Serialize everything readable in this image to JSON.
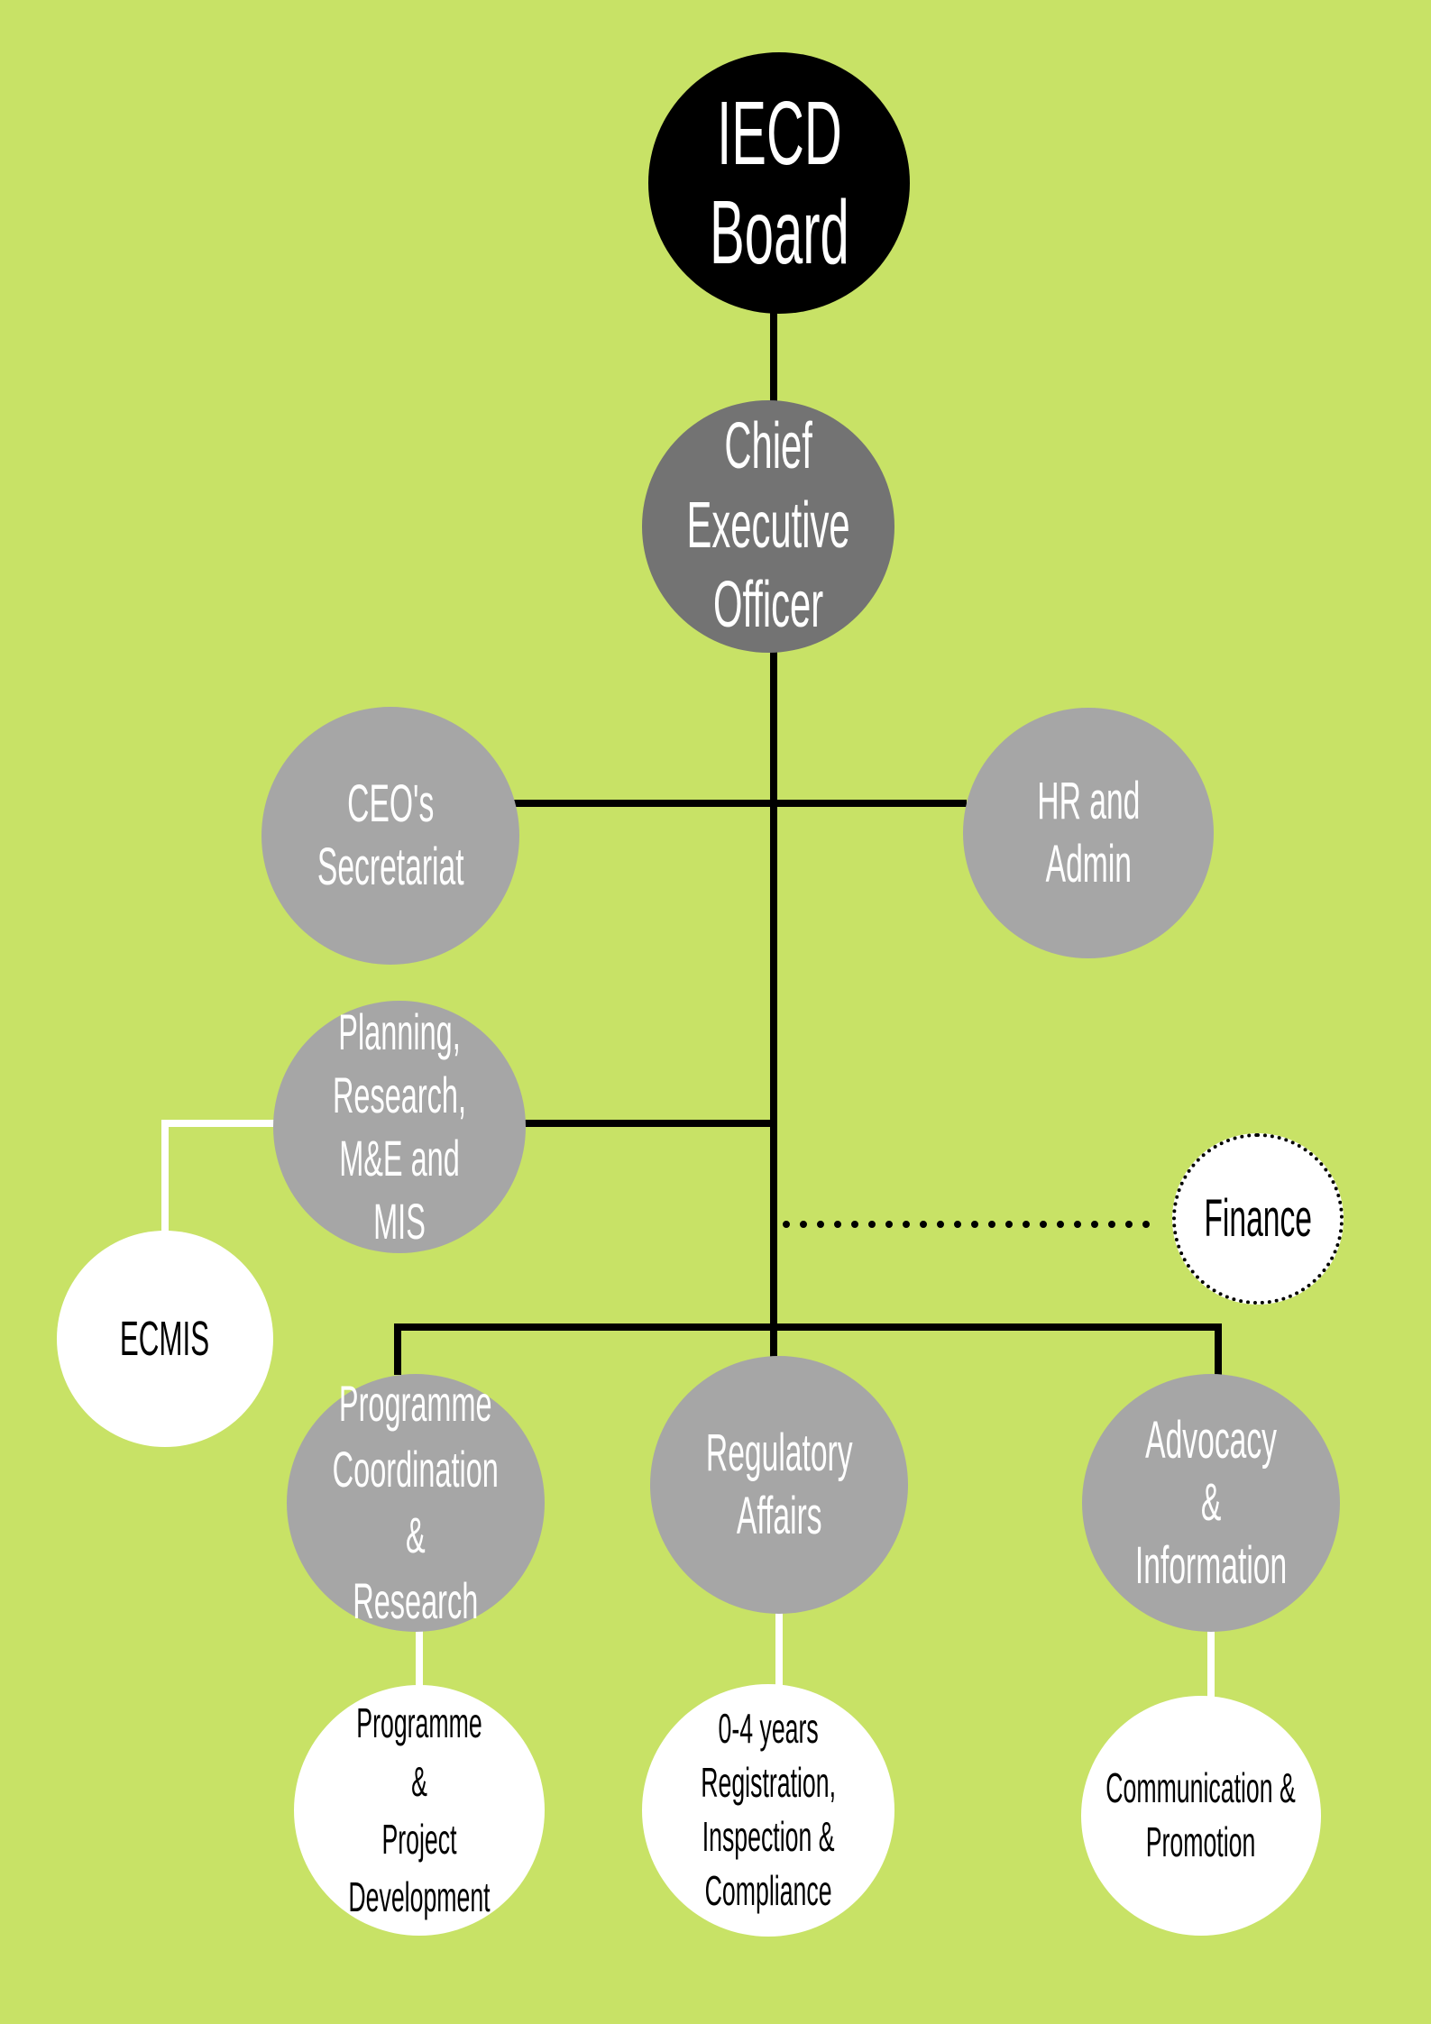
{
  "colors": {
    "background": "#c8e266",
    "board": "#000000",
    "ceo": "#737373",
    "department": "#a6a6a6",
    "unit": "#ffffff"
  },
  "nodes": {
    "board": "IECD\nBoard",
    "ceo": "Chief\nExecutive\nOfficer",
    "secretariat": "CEO's\nSecretariat",
    "hr": "HR and\nAdmin",
    "planning": "Planning,\nResearch,\nM&E and MIS",
    "ecmis": "ECMIS",
    "finance": "Finance",
    "programme": "Programme\nCoordination &\nResearch",
    "regulatory": "Regulatory\nAffairs",
    "advocacy": "Advocacy &\nInformation",
    "project_dev": "Programme &\nProject\nDevelopment",
    "registration": "0-4 years\nRegistration,\nInspection &\nCompliance",
    "communication": "Communication &\nPromotion"
  }
}
